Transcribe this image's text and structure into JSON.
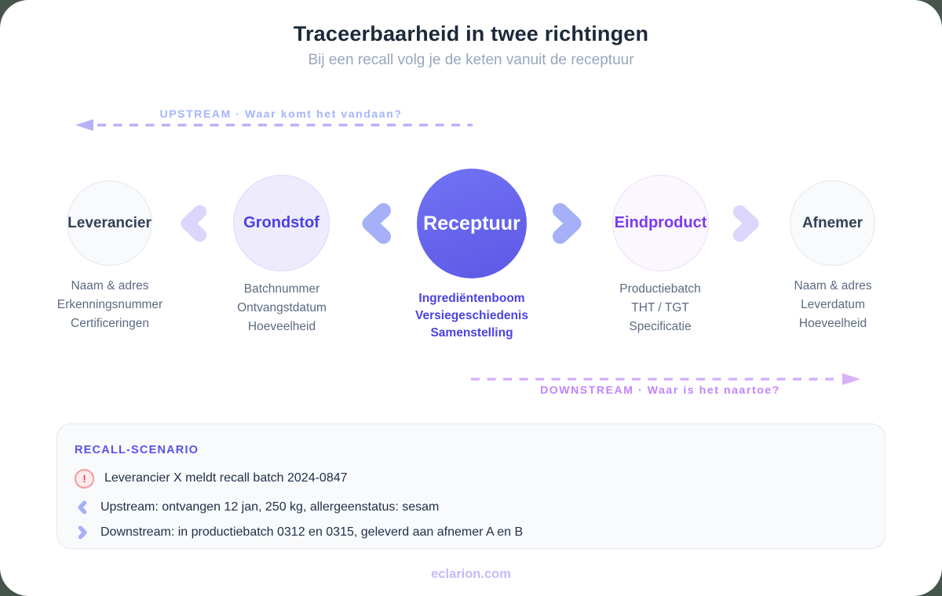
{
  "header": {
    "title": "Traceerbaarheid in twee richtingen",
    "subtitle": "Bij een recall volg je de keten vanuit de receptuur"
  },
  "upstream": {
    "label": "UPSTREAM · Waar komt het vandaan?"
  },
  "downstream": {
    "label": "DOWNSTREAM · Waar is het naartoe?"
  },
  "chain": {
    "nodes": [
      {
        "label": "Leverancier",
        "details": [
          "Naam & adres",
          "Erkenningsnummer",
          "Certificeringen"
        ]
      },
      {
        "label": "Grondstof",
        "details": [
          "Batchnummer",
          "Ontvangstdatum",
          "Hoeveelheid"
        ]
      },
      {
        "label": "Receptuur",
        "details": [
          "Ingrediëntenboom",
          "Versiegeschiedenis",
          "Samenstelling"
        ]
      },
      {
        "label": "Eindproduct",
        "details": [
          "Productiebatch",
          "THT / TGT",
          "Specificatie"
        ]
      },
      {
        "label": "Afnemer",
        "details": [
          "Naam & adres",
          "Leverdatum",
          "Hoeveelheid"
        ]
      }
    ]
  },
  "recall": {
    "heading": "RECALL-SCENARIO",
    "items": [
      {
        "icon": "alert-icon",
        "glyph": "!",
        "text": "Leverancier X meldt recall batch 2024-0847"
      },
      {
        "icon": "chevron-left-icon",
        "text": "Upstream: ontvangen 12 jan, 250 kg, allergeenstatus: sesam"
      },
      {
        "icon": "chevron-right-icon",
        "text": "Downstream: in productiebatch 0312 en 0315, geleverd aan afnemer A en B"
      }
    ]
  },
  "footer": {
    "text": "eclarion.com"
  },
  "colors": {
    "title_text": "#1d2939",
    "subtitle_text": "#98a6bb",
    "indigo_accent": "#4c42e2",
    "violet_accent": "#7c3aed",
    "center_node_fill": "#6366f1",
    "upstream_accent": "#a5b4fc",
    "downstream_accent": "#c084fc",
    "chevron_light": "#dcd6fc",
    "chevron_dark": "#a5b0f8",
    "alert_red": "#e6394a",
    "detail_text": "#5d6a82",
    "box_background": "#f8fafc",
    "footer_text": "#c7bafb"
  }
}
